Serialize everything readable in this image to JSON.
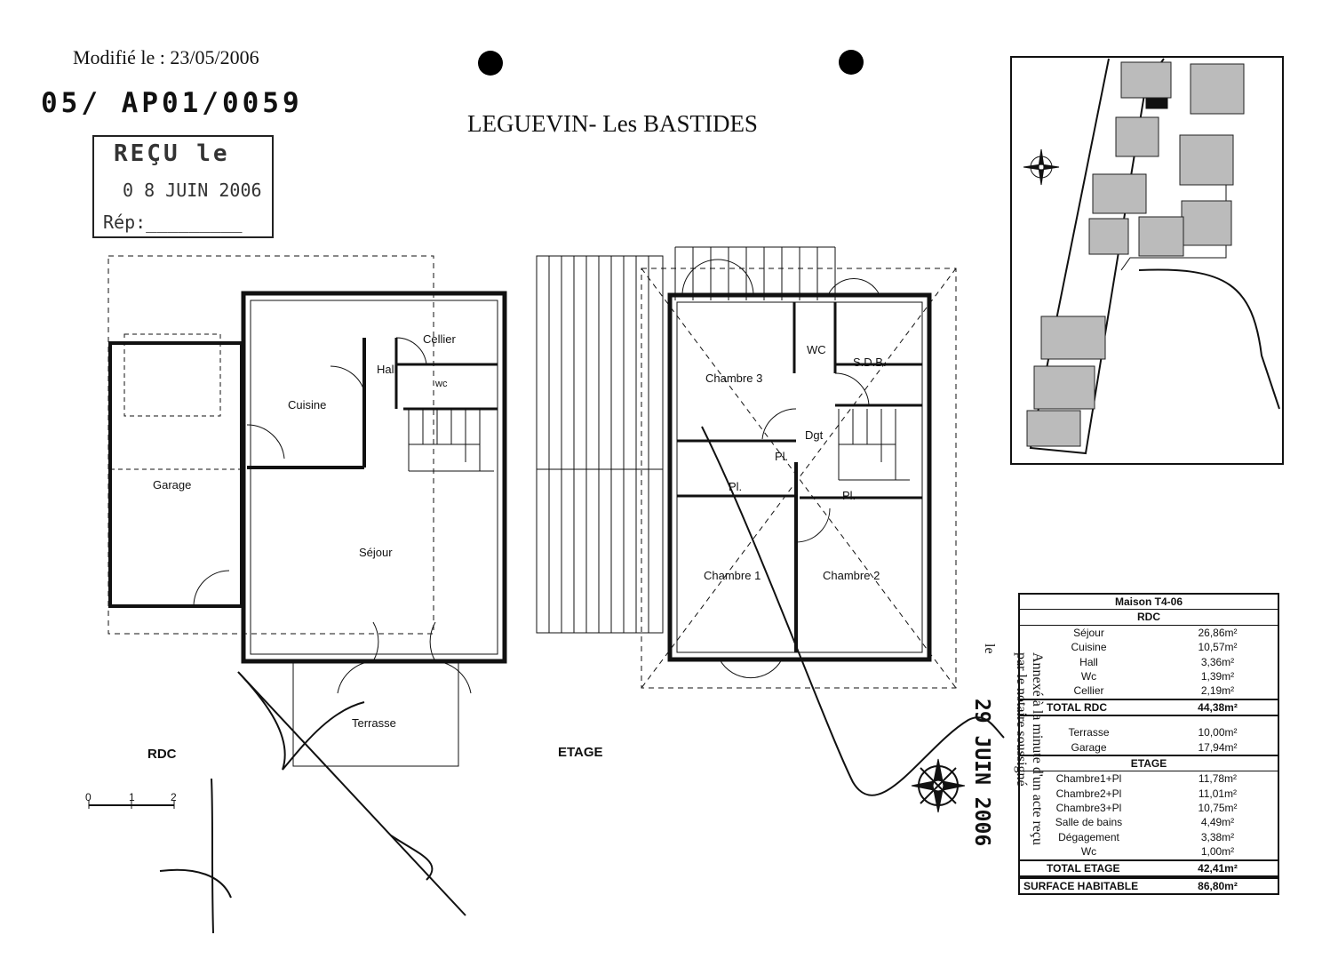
{
  "header": {
    "modified": "Modifié le : 23/05/2006",
    "reference": "05/ AP01/0059",
    "title": "LEGUEVIN- Les BASTIDES"
  },
  "stamp": {
    "received": "REÇU le",
    "date": "0 8 JUIN 2006",
    "rep": "Rép:_________"
  },
  "rdc": {
    "label": "RDC",
    "rooms": {
      "cellier": "Cellier",
      "hall": "Hall",
      "wc": "wc",
      "cuisine": "Cuisine",
      "garage": "Garage",
      "sejour": "Séjour",
      "terrasse": "Terrasse"
    }
  },
  "etage": {
    "label": "ETAGE",
    "rooms": {
      "chambre3": "Chambre 3",
      "wc": "WC",
      "sdb": "S.D.B.",
      "dgt": "Dgt",
      "pl1": "Pl.",
      "pl2": "Pl.",
      "pl3": "Pl.",
      "chambre1": "Chambre 1",
      "chambre2": "Chambre 2"
    }
  },
  "scale": {
    "marks": [
      "0",
      "1",
      "2"
    ]
  },
  "surfaces": {
    "title": "Maison T4-06",
    "rdc_header": "RDC",
    "rdc_rows": [
      {
        "label": "Séjour",
        "value": "26,86m²"
      },
      {
        "label": "Cuisine",
        "value": "10,57m²"
      },
      {
        "label": "Hall",
        "value": "3,36m²"
      },
      {
        "label": "Wc",
        "value": "1,39m²"
      },
      {
        "label": "Cellier",
        "value": "2,19m²"
      }
    ],
    "total_rdc": {
      "label": "TOTAL RDC",
      "value": "44,38m²"
    },
    "extra_rows": [
      {
        "label": "Terrasse",
        "value": "10,00m²"
      },
      {
        "label": "Garage",
        "value": "17,94m²"
      }
    ],
    "etage_header": "ETAGE",
    "etage_rows": [
      {
        "label": "Chambre1+Pl",
        "value": "11,78m²"
      },
      {
        "label": "Chambre2+Pl",
        "value": "11,01m²"
      },
      {
        "label": "Chambre3+Pl",
        "value": "10,75m²"
      },
      {
        "label": "Salle de bains",
        "value": "4,49m²"
      },
      {
        "label": "Dégagement",
        "value": "3,38m²"
      },
      {
        "label": "Wc",
        "value": "1,00m²"
      }
    ],
    "total_etage": {
      "label": "TOTAL ETAGE",
      "value": "42,41m²"
    },
    "surface_habitable": {
      "label": "SURFACE HABITABLE",
      "value": "86,80m²"
    }
  },
  "annotation": {
    "text": "Annexé à la minute d'un acte reçu par le notaire soussigné",
    "le": "le",
    "date": "29 JUIN 2006"
  }
}
